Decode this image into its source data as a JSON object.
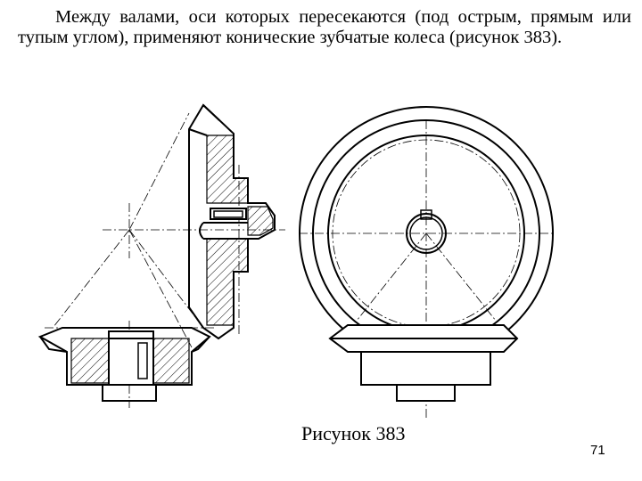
{
  "text": {
    "paragraph": "Между валами, оси которых пересекаются (под острым, прямым или тупым углом), применяют конические зубчатые колеса (рисунок 383).",
    "caption": "Рисунок 383",
    "page_number": "71"
  },
  "figure": {
    "type": "technical-drawing",
    "views": [
      "bevel-gear-pair-section",
      "bevel-gear-side-view"
    ],
    "colors": {
      "line": "#000000",
      "background": "#ffffff"
    }
  }
}
